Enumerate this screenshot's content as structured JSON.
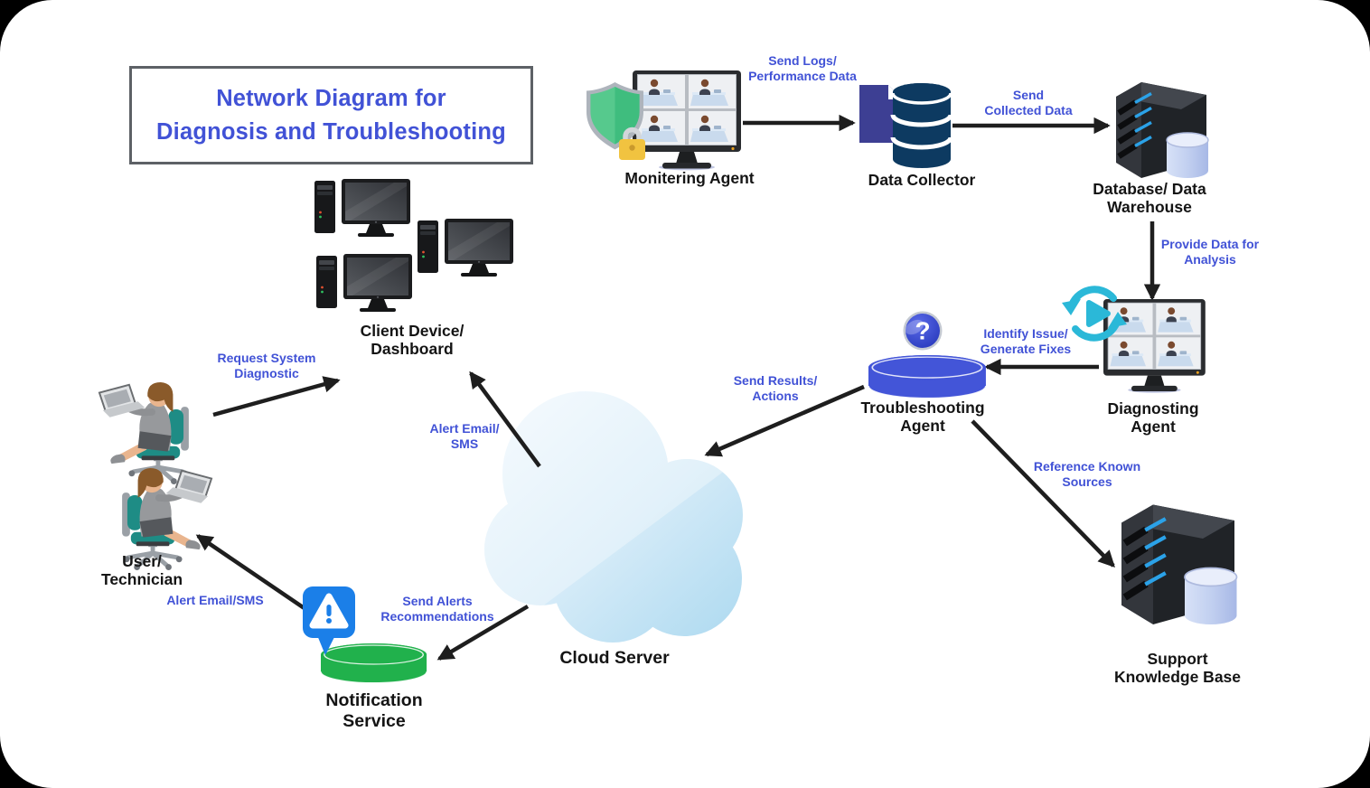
{
  "title": {
    "text": "Network Diagram for\nDiagnosis and Troubleshooting"
  },
  "nodes": {
    "monitoring_agent": {
      "label": "Monitering Agent"
    },
    "data_collector": {
      "label": "Data Collector"
    },
    "database_warehouse": {
      "label": "Database/ Data\nWarehouse"
    },
    "diagnosing_agent": {
      "label": "Diagnosting\nAgent"
    },
    "troubleshooting_agent": {
      "label": "Troubleshooting\nAgent"
    },
    "cloud_server": {
      "label": "Cloud Server"
    },
    "client_device": {
      "label": "Client Device/\nDashboard"
    },
    "user_technician": {
      "label": "User/\nTechnician"
    },
    "notification_service": {
      "label": "Notification\nService"
    },
    "support_knowledge_base": {
      "label": "Support\nKnowledge Base"
    }
  },
  "edges": {
    "send_logs": {
      "label": "Send Logs/\nPerformance Data"
    },
    "send_collected": {
      "label": "Send\nCollected Data"
    },
    "provide_data": {
      "label": "Provide Data for\nAnalysis"
    },
    "identify_issue": {
      "label": "Identify Issue/\nGenerate Fixes"
    },
    "send_results": {
      "label": "Send Results/\nActions"
    },
    "alert_email_cloud": {
      "label": "Alert Email/\nSMS"
    },
    "request_diagnostic": {
      "label": "Request System\nDiagnostic"
    },
    "send_alerts": {
      "label": "Send Alerts\nRecommendations"
    },
    "alert_email_user": {
      "label": "Alert Email/SMS"
    },
    "reference_sources": {
      "label": "Reference Known\nSources"
    }
  },
  "icons": {
    "question_glyph": "?"
  },
  "colors": {
    "accent": "#4152d6",
    "arrow": "#1e1e1e",
    "label_ink": "#141414",
    "shield_green": "#56c98d",
    "shield_green_dark": "#3fbd7e",
    "shield_border": "#aeb4bc",
    "lock_gold": "#f1c340",
    "db_navy": "#0d3a61",
    "doc_indigo": "#3d3f93",
    "server_front": "#33363c",
    "server_side": "#202327",
    "server_top": "#43474e",
    "server_line": "#2ba2e8",
    "trouble_blue": "#4355d8",
    "question_blue": "#2c3ec4",
    "cloud_blue": "#cbe7f7",
    "notif_green": "#21b14c",
    "bubble_blue": "#1b7fe8",
    "refresh_cyan": "#2bb8d8",
    "chair_teal": "#1e8c85",
    "hair_brown": "#8a5a2a",
    "monitor_frame": "#2a2c2f"
  }
}
